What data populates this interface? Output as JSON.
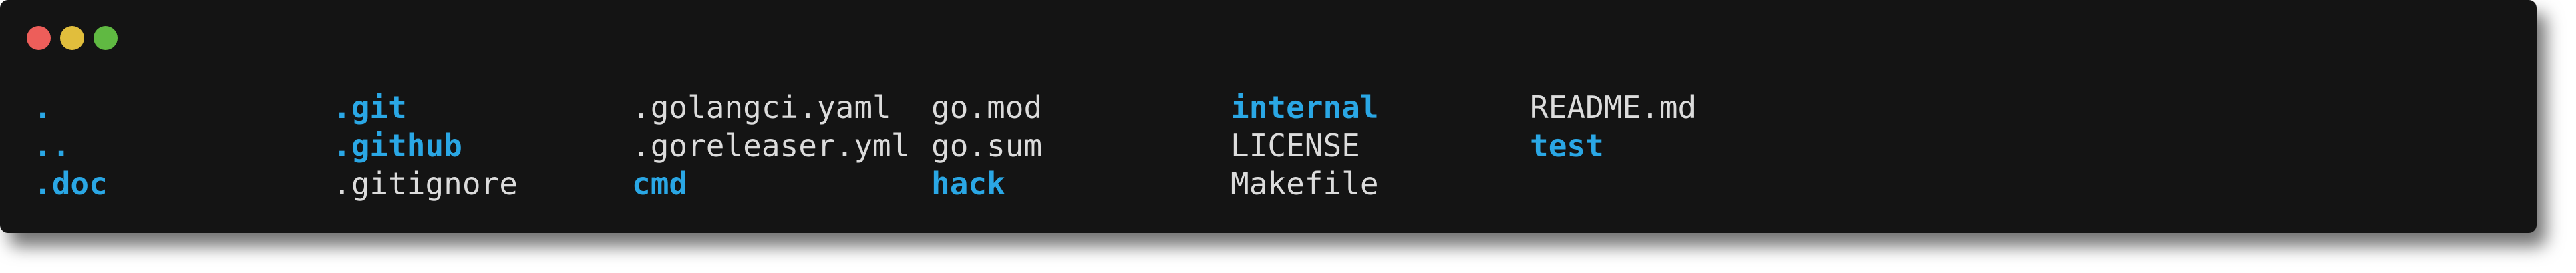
{
  "window": {
    "controls": [
      {
        "name": "close",
        "color": "#ed5e5a"
      },
      {
        "name": "minimize",
        "color": "#e1be3c"
      },
      {
        "name": "zoom",
        "color": "#60b942"
      }
    ]
  },
  "colors": {
    "background": "#141414",
    "directory": "#2aa7e5",
    "file": "#dcdcdc"
  },
  "listing": {
    "columns": [
      [
        {
          "text": ".",
          "dir": true
        },
        {
          "text": "..",
          "dir": true
        },
        {
          "text": ".doc",
          "dir": true
        }
      ],
      [
        {
          "text": ".git",
          "dir": true
        },
        {
          "text": ".github",
          "dir": true
        },
        {
          "text": ".gitignore",
          "dir": false
        }
      ],
      [
        {
          "text": ".golangci.yaml",
          "dir": false
        },
        {
          "text": ".goreleaser.yml",
          "dir": false
        },
        {
          "text": "cmd",
          "dir": true
        }
      ],
      [
        {
          "text": "go.mod",
          "dir": false
        },
        {
          "text": "go.sum",
          "dir": false
        },
        {
          "text": "hack",
          "dir": true
        }
      ],
      [
        {
          "text": "internal",
          "dir": true
        },
        {
          "text": "LICENSE",
          "dir": false
        },
        {
          "text": "Makefile",
          "dir": false
        }
      ],
      [
        {
          "text": "README.md",
          "dir": false
        },
        {
          "text": "test",
          "dir": true
        }
      ]
    ]
  }
}
